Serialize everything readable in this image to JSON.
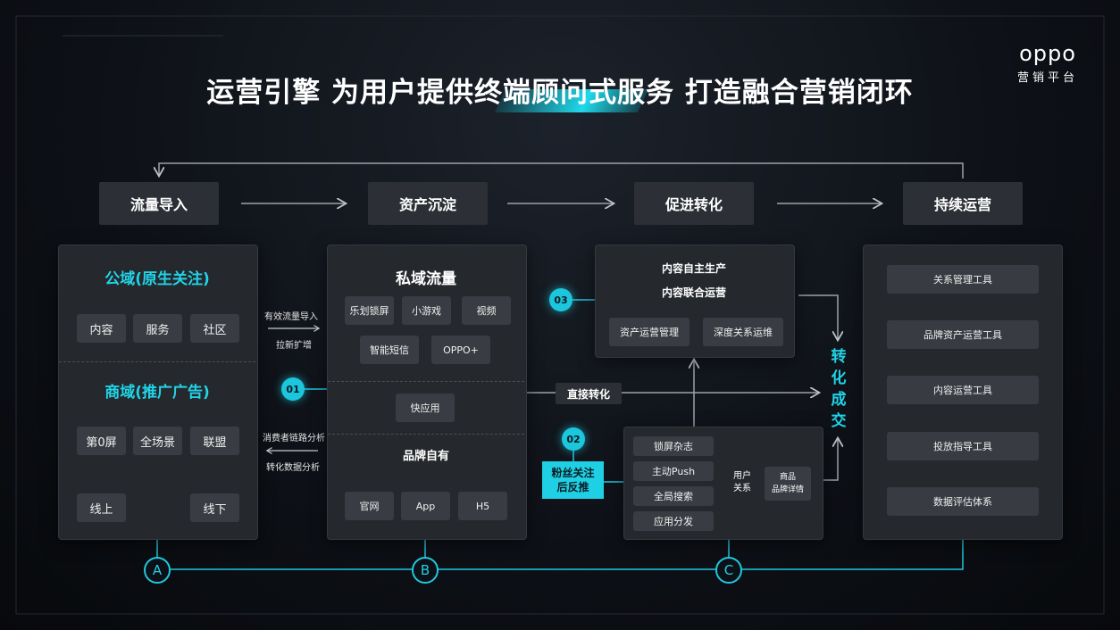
{
  "title": "运营引擎 为用户提供终端顾问式服务 打造融合营销闭环",
  "logo": {
    "brand": "oppo",
    "sub": "营销平台"
  },
  "stages": [
    "流量导入",
    "资产沉淀",
    "促进转化",
    "持续运营"
  ],
  "public": {
    "title1": "公域(原生关注)",
    "items1": [
      "内容",
      "服务",
      "社区"
    ],
    "title2": "商域(推广广告)",
    "items2": [
      "第0屏",
      "全场景",
      "联盟"
    ],
    "items3": [
      "线上",
      "线下"
    ]
  },
  "flow_left": {
    "top1": "有效流量导入",
    "top2": "拉新扩增",
    "bottom1": "消费者链路分析",
    "bottom2": "转化数据分析"
  },
  "private": {
    "title": "私域流量",
    "row1": [
      "乐划锁屏",
      "小游戏",
      "视频"
    ],
    "row2": [
      "智能短信",
      "OPPO+"
    ],
    "quick": "快应用",
    "brand_title": "品牌自有",
    "brand_items": [
      "官网",
      "App",
      "H5"
    ]
  },
  "content": {
    "line1": "内容自主生产",
    "line2": "内容联合运营",
    "items": [
      "资产运营管理",
      "深度关系运维"
    ]
  },
  "direct": "直接转化",
  "result": "转化成交",
  "fans": {
    "line1": "粉丝关注",
    "line2": "后反推"
  },
  "channels": {
    "items": [
      "锁屏杂志",
      "主动Push",
      "全局搜索",
      "应用分发"
    ],
    "user": "用户关系",
    "goods1": "商品",
    "goods2": "品牌详情"
  },
  "tools": [
    "关系管理工具",
    "品牌资产运营工具",
    "内容运营工具",
    "投放指导工具",
    "数据评估体系"
  ],
  "badges": [
    "01",
    "02",
    "03"
  ],
  "bottom": [
    "A",
    "B",
    "C"
  ]
}
